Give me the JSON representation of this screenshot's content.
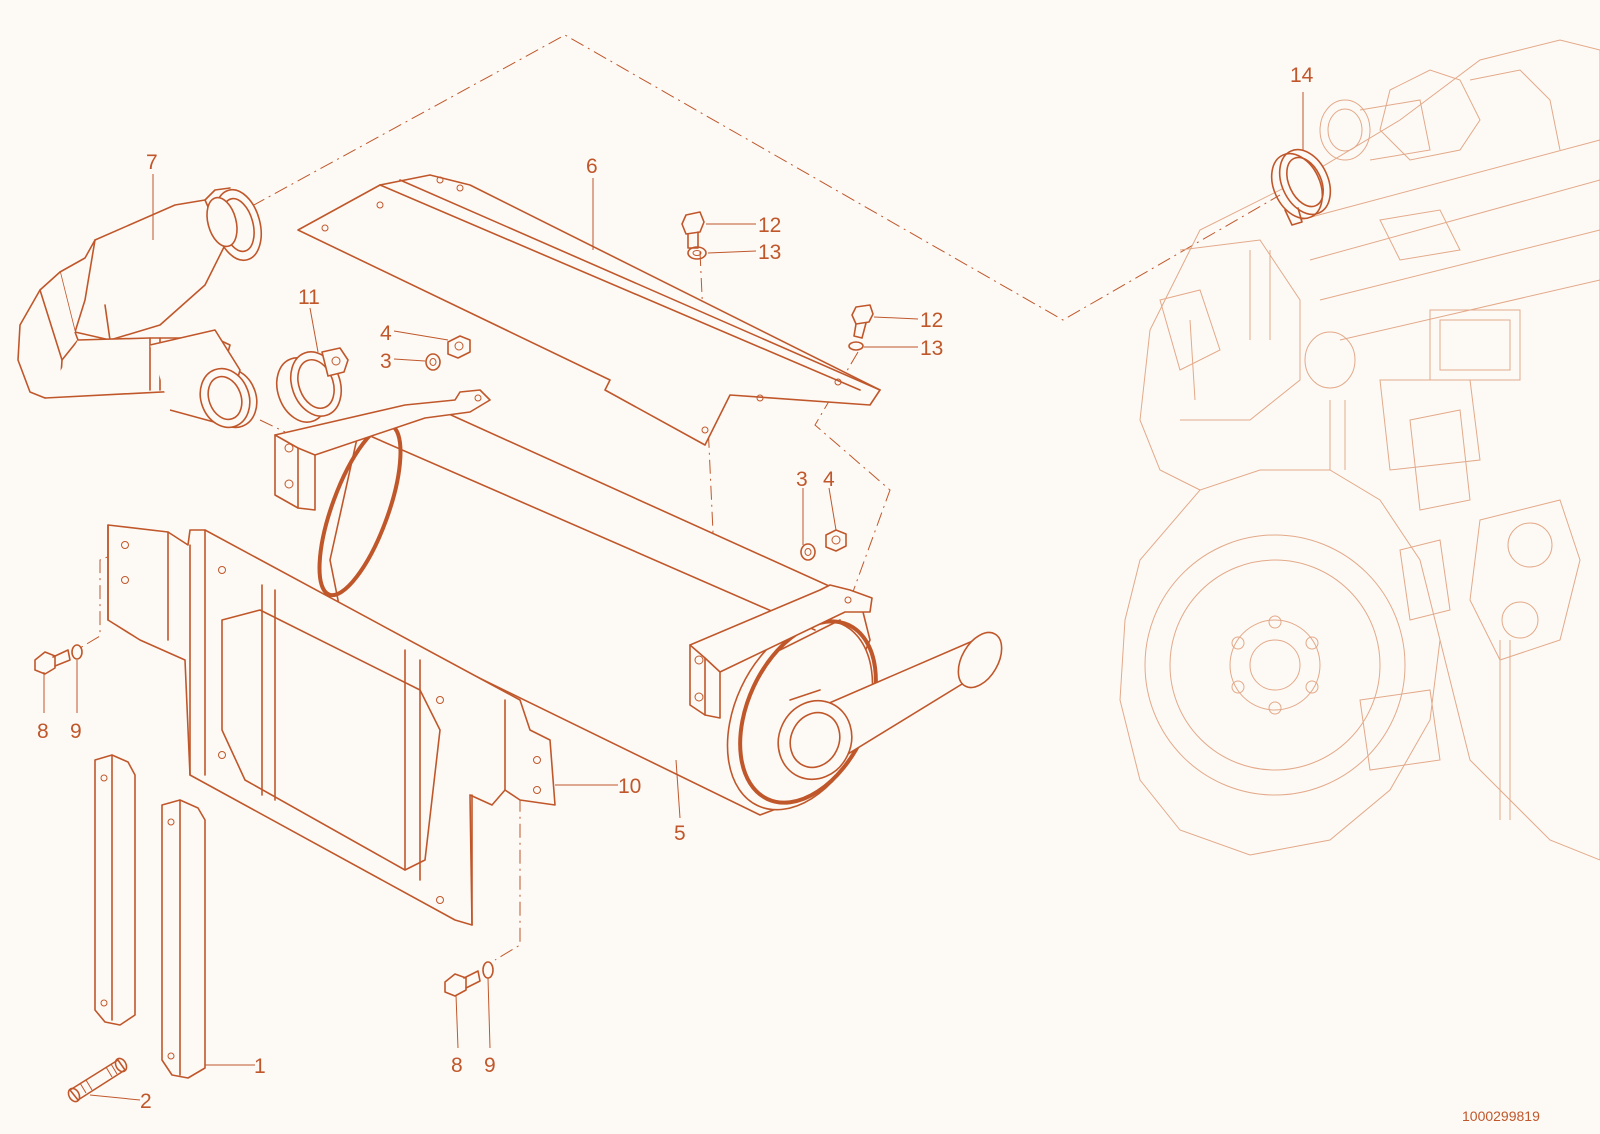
{
  "diagram": {
    "accent_color": "#c0572b",
    "background_color": "#fdfaf5",
    "document_number": "1000299819",
    "callouts": [
      {
        "id": "c1",
        "label": "1"
      },
      {
        "id": "c2",
        "label": "2"
      },
      {
        "id": "c3a",
        "label": "3"
      },
      {
        "id": "c3b",
        "label": "3"
      },
      {
        "id": "c4a",
        "label": "4"
      },
      {
        "id": "c4b",
        "label": "4"
      },
      {
        "id": "c5",
        "label": "5"
      },
      {
        "id": "c6",
        "label": "6"
      },
      {
        "id": "c7",
        "label": "7"
      },
      {
        "id": "c8a",
        "label": "8"
      },
      {
        "id": "c8b",
        "label": "8"
      },
      {
        "id": "c9a",
        "label": "9"
      },
      {
        "id": "c9b",
        "label": "9"
      },
      {
        "id": "c10",
        "label": "10"
      },
      {
        "id": "c11",
        "label": "11"
      },
      {
        "id": "c12a",
        "label": "12"
      },
      {
        "id": "c12b",
        "label": "12"
      },
      {
        "id": "c13a",
        "label": "13"
      },
      {
        "id": "c13b",
        "label": "13"
      },
      {
        "id": "c14",
        "label": "14"
      }
    ]
  }
}
